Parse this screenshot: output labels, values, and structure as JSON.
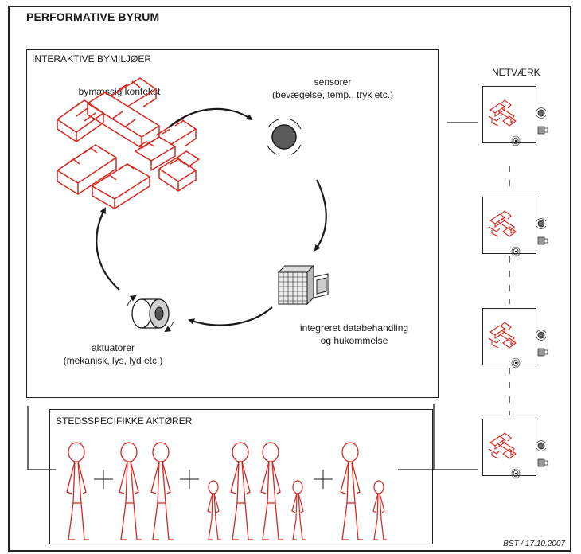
{
  "title": "PERFORMATIVE BYRUM",
  "interactive_box": {
    "label": "INTERAKTIVE BYMILJØER",
    "items": {
      "context": "bymæssig kontekst",
      "sensors_title": "sensorer",
      "sensors_detail": "(bevægelse, temp., tryk etc.)",
      "processing_line1": "integreret databehandling",
      "processing_line2": "og hukommelse",
      "actuators_title": "aktuatorer",
      "actuators_detail": "(mekanisk, lys, lyd etc.)"
    }
  },
  "actors_box": {
    "label": "STEDSSPECIFIKKE AKTØRER"
  },
  "network": {
    "label": "NETVÆRK",
    "node_count": 4
  },
  "signature": "BST / 17.10.2007",
  "colors": {
    "accent": "#d7261e",
    "line": "#1a1a1a",
    "sensor_fill": "#5a5a5a"
  }
}
